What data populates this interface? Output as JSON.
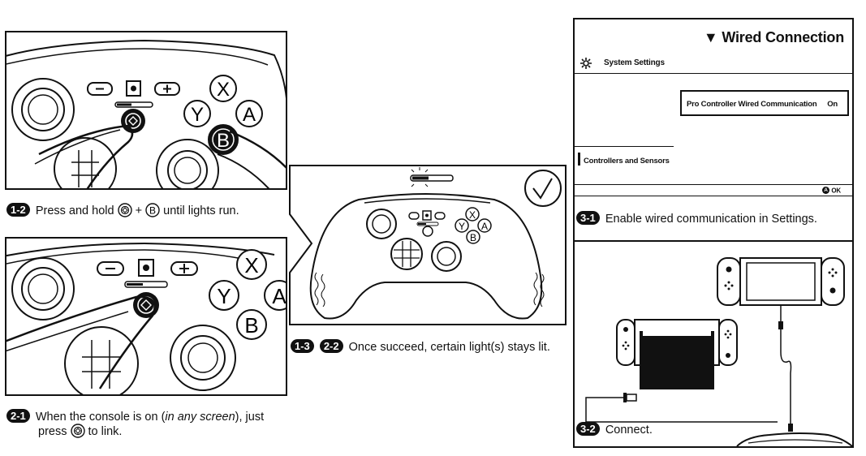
{
  "steps": {
    "s12": {
      "badge": "1-2",
      "pre": "Press and hold",
      "plus": "+",
      "post": "until lights run."
    },
    "s21": {
      "badge": "2-1",
      "line1_a": "When the console is on (",
      "line1_em": "in any screen",
      "line1_b": "), just",
      "line2_a": "press",
      "line2_b": "to link."
    },
    "s13": {
      "badge_a": "1-3",
      "badge_b": "2-2",
      "text": "Once succeed, certain light(s) stays lit."
    },
    "s31": {
      "badge": "3-1",
      "text": "Enable wired communication in Settings."
    },
    "s32": {
      "badge": "3-2",
      "text": "Connect."
    }
  },
  "controller_letters": {
    "x": "X",
    "y": "Y",
    "a": "A",
    "b": "B",
    "minus": "−",
    "plus": "+"
  },
  "settings_screen": {
    "title": "Wired Connection",
    "title_marker": "▼",
    "system_settings": "System Settings",
    "option_label": "Pro Controller Wired Communication",
    "option_value": "On",
    "menu_item": "Controllers and Sensors",
    "footer_key": "A",
    "footer_label": "OK"
  },
  "icons": {
    "home": "home-swirl-icon",
    "b_button": "b-button-icon",
    "gear": "gear-icon",
    "check": "checkmark-icon",
    "led": "led-light-icon"
  }
}
